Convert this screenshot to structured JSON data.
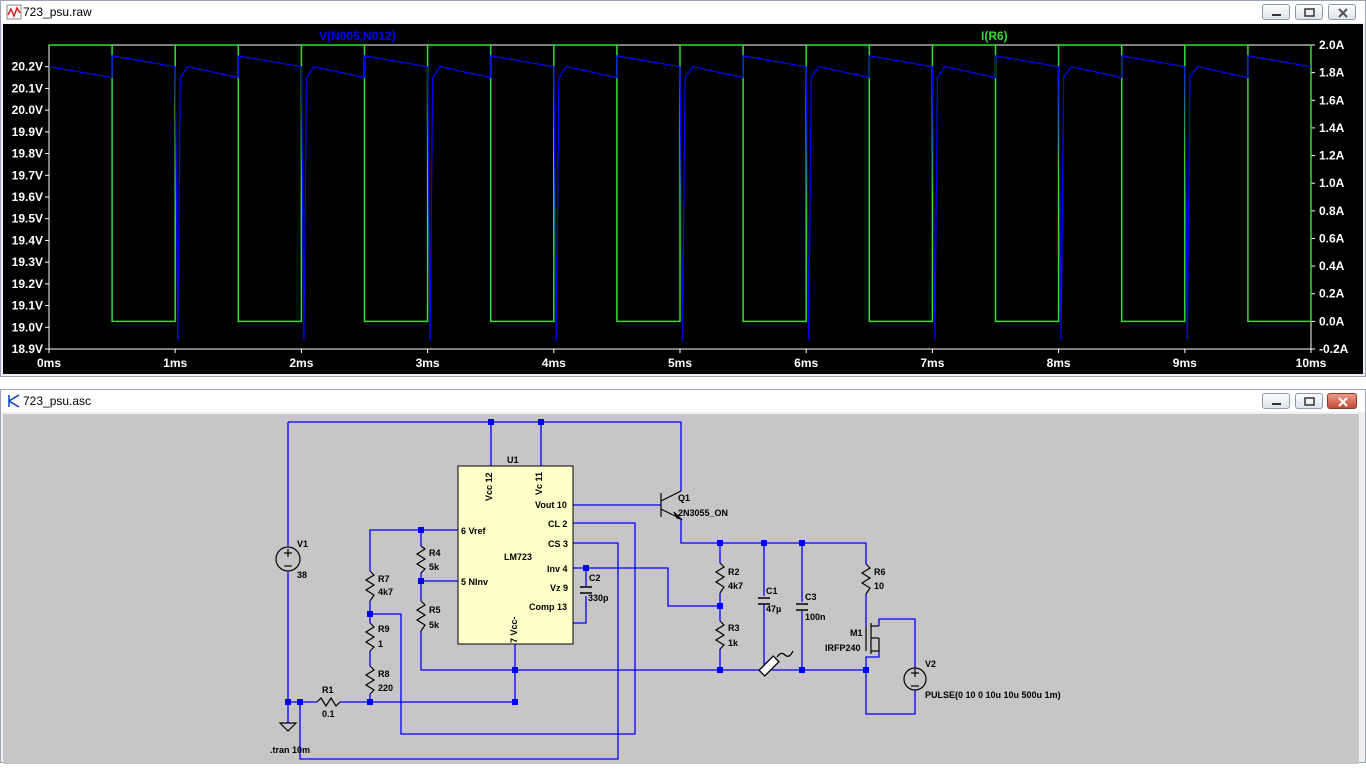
{
  "plot_window": {
    "title": "723_psu.raw",
    "buttons": {
      "minimize": "minimize-icon",
      "restore": "restore-icon",
      "close": "close-icon"
    }
  },
  "schematic_window": {
    "title": "723_psu.asc",
    "buttons": {
      "minimize": "minimize-icon",
      "restore": "restore-icon",
      "close": "close-icon"
    }
  },
  "chart_data": {
    "type": "line",
    "x_ticks": [
      "0ms",
      "1ms",
      "2ms",
      "3ms",
      "4ms",
      "5ms",
      "6ms",
      "7ms",
      "8ms",
      "9ms",
      "10ms"
    ],
    "y_left_ticks": [
      "20.2V",
      "20.1V",
      "20.0V",
      "19.9V",
      "19.8V",
      "19.7V",
      "19.6V",
      "19.5V",
      "19.4V",
      "19.3V",
      "19.2V",
      "19.1V",
      "19.0V",
      "18.9V"
    ],
    "y_right_ticks": [
      "2.0A",
      "1.8A",
      "1.6A",
      "1.4A",
      "1.2A",
      "1.0A",
      "0.8A",
      "0.6A",
      "0.4A",
      "0.2A",
      "0.0A",
      "-0.2A"
    ],
    "xlim_ms": [
      0,
      10
    ],
    "ylim_left_V": [
      18.9,
      20.3
    ],
    "ylim_right_A": [
      -0.2,
      2.0
    ],
    "grid": false,
    "series": [
      {
        "name": "V(N005,N012)",
        "color": "#0000ff",
        "axis": "left",
        "low_V": 18.98,
        "high_V": 20.2,
        "pulse_on_ms": 0.5,
        "period_ms": 1.0,
        "droop_to_V": 20.15
      },
      {
        "name": "I(R6)",
        "color": "#33dd33",
        "axis": "right",
        "low_A": 0.0,
        "high_A": 2.0,
        "period_ms": 1.0,
        "duty": 0.5
      }
    ],
    "colors": {
      "background": "#000000",
      "axes": "#ffffff",
      "ticks_text": "#ffffff"
    }
  },
  "schematic": {
    "wire_color": "#0000ff",
    "component_color": "#000000",
    "ic": {
      "ref": "U1",
      "part": "LM723",
      "pins": [
        "Vcc 12",
        "Vc 11",
        "Vout 10",
        "CL 2",
        "CS 3",
        "6 Vref",
        "5 NInv",
        "Inv 4",
        "Vz 9",
        "Comp 13",
        "7 Vcc-"
      ]
    },
    "components": [
      {
        "ref": "Q1",
        "value": "2N3055_ON"
      },
      {
        "ref": "V1",
        "value": "38"
      },
      {
        "ref": "R4",
        "value": "5k"
      },
      {
        "ref": "R5",
        "value": "5k"
      },
      {
        "ref": "R7",
        "value": "4k7"
      },
      {
        "ref": "R9",
        "value": "1"
      },
      {
        "ref": "R8",
        "value": "220"
      },
      {
        "ref": "R1",
        "value": "0.1"
      },
      {
        "ref": "C2",
        "value": "330p"
      },
      {
        "ref": "R2",
        "value": "4k7"
      },
      {
        "ref": "R3",
        "value": "1k"
      },
      {
        "ref": "C1",
        "value": "47µ"
      },
      {
        "ref": "C3",
        "value": "100n"
      },
      {
        "ref": "R6",
        "value": "10"
      },
      {
        "ref": "M1",
        "value": "IRFP240"
      },
      {
        "ref": "V2",
        "value": "PULSE(0 10 0 10u 10u 500u 1m)"
      }
    ],
    "directive": ".tran 10m"
  }
}
